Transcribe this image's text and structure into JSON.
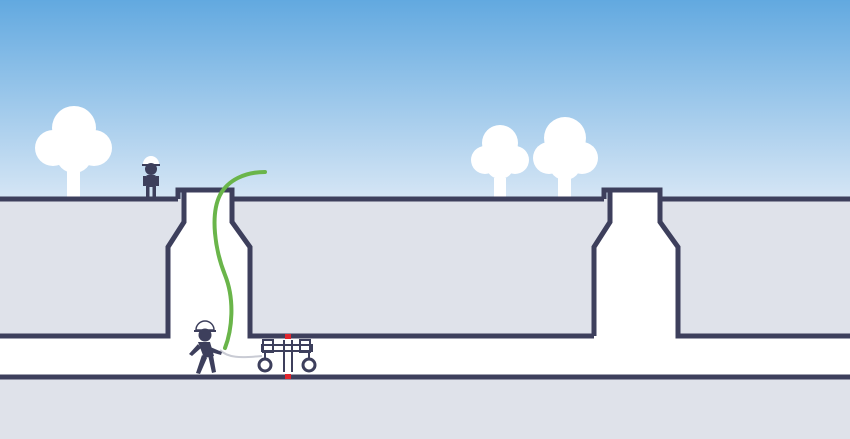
{
  "scene": {
    "subject": "sewer-pipe-rehabilitation-illustration",
    "elements": {
      "trees": 3,
      "workers": 2,
      "manholes": 2,
      "robot_cart": 1
    },
    "colors": {
      "sky_top": "#62a9e0",
      "sky_bottom": "#d6e6f5",
      "ground": "#dfe2ea",
      "outline": "#3d3f5c",
      "pipe_interior": "#ffffff",
      "hose": "#6ab54a",
      "seal_marker": "#e0262e",
      "tree": "#ffffff"
    }
  }
}
